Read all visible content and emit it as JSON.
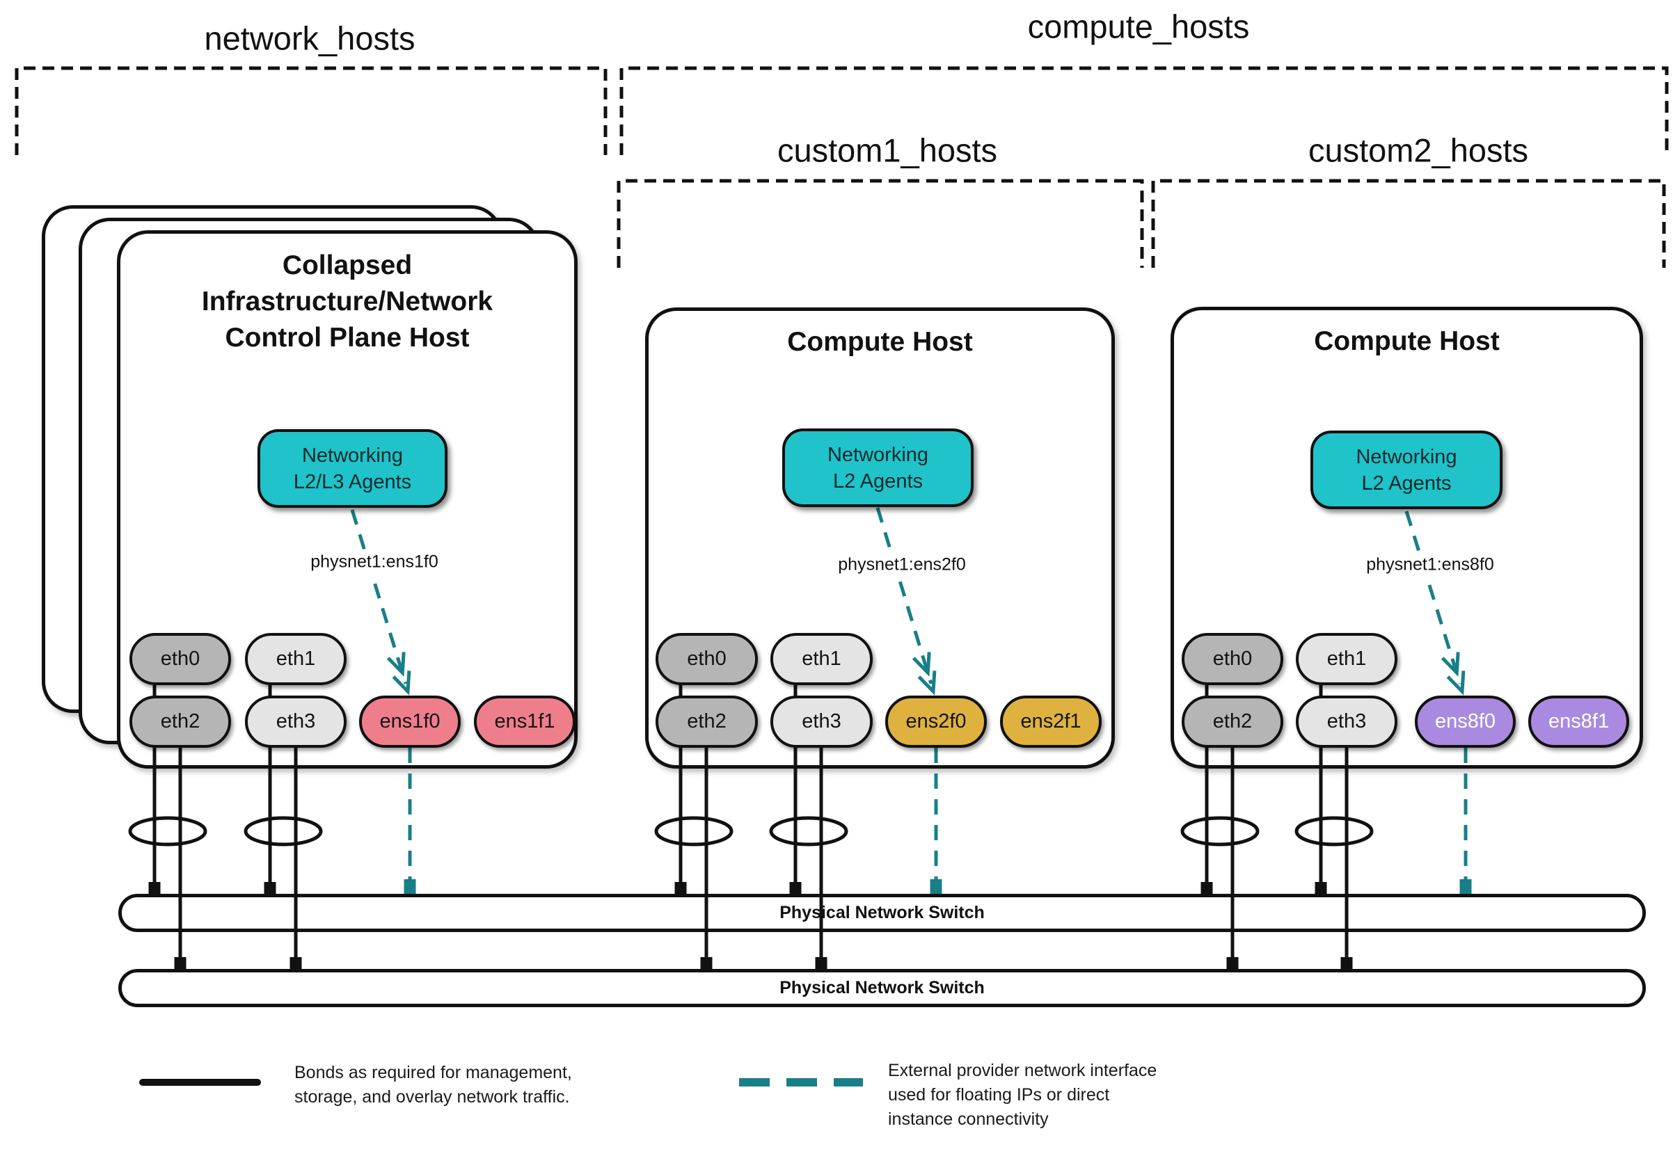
{
  "colors": {
    "ink": "#111111",
    "teal-fill": "#1fc3c9",
    "teal-line": "#187f88",
    "pink": "#ef7e8d",
    "gold": "#dfb23f",
    "purple": "#a98ae0",
    "gray-dark": "#b5b5b5",
    "gray-light": "#e4e4e4"
  },
  "groups": {
    "network": "network_hosts",
    "compute": "compute_hosts",
    "custom1": "custom1_hosts",
    "custom2": "custom2_hosts"
  },
  "hosts": [
    {
      "title_lines": [
        "Collapsed",
        "Infrastructure/Network",
        "Control Plane Host"
      ],
      "agent_line1": "Networking",
      "agent_line2": "L2/L3 Agents",
      "physnet": "physnet1:ens1f0",
      "nics": {
        "eth0": "eth0",
        "eth1": "eth1",
        "eth2": "eth2",
        "eth3": "eth3",
        "p0": "ens1f0",
        "p1": "ens1f1"
      }
    },
    {
      "title": "Compute Host",
      "agent_line1": "Networking",
      "agent_line2": "L2 Agents",
      "physnet": "physnet1:ens2f0",
      "nics": {
        "eth0": "eth0",
        "eth1": "eth1",
        "eth2": "eth2",
        "eth3": "eth3",
        "p0": "ens2f0",
        "p1": "ens2f1"
      }
    },
    {
      "title": "Compute Host",
      "agent_line1": "Networking",
      "agent_line2": "L2 Agents",
      "physnet": "physnet1:ens8f0",
      "nics": {
        "eth0": "eth0",
        "eth1": "eth1",
        "eth2": "eth2",
        "eth3": "eth3",
        "p0": "ens8f0",
        "p1": "ens8f1"
      }
    }
  ],
  "switches": {
    "s1": "Physical Network Switch",
    "s2": "Physical Network Switch"
  },
  "legend": {
    "bond_l1": "Bonds as required for management,",
    "bond_l2": "storage, and overlay network traffic.",
    "ext_l1": "External provider network interface",
    "ext_l2": "used for floating IPs or direct",
    "ext_l3": "instance connectivity"
  }
}
